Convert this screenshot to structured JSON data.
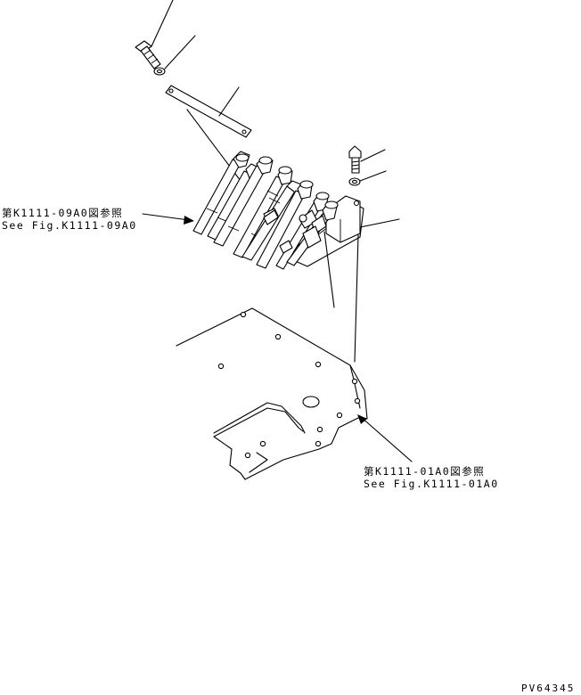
{
  "callouts": {
    "left": {
      "jp": "第K1111-09A0図参照",
      "en": "See Fig.K1111-09A0"
    },
    "bottom": {
      "jp": "第K1111-01A0図参照",
      "en": "See Fig.K1111-01A0"
    }
  },
  "drawing_number": "PV64345"
}
